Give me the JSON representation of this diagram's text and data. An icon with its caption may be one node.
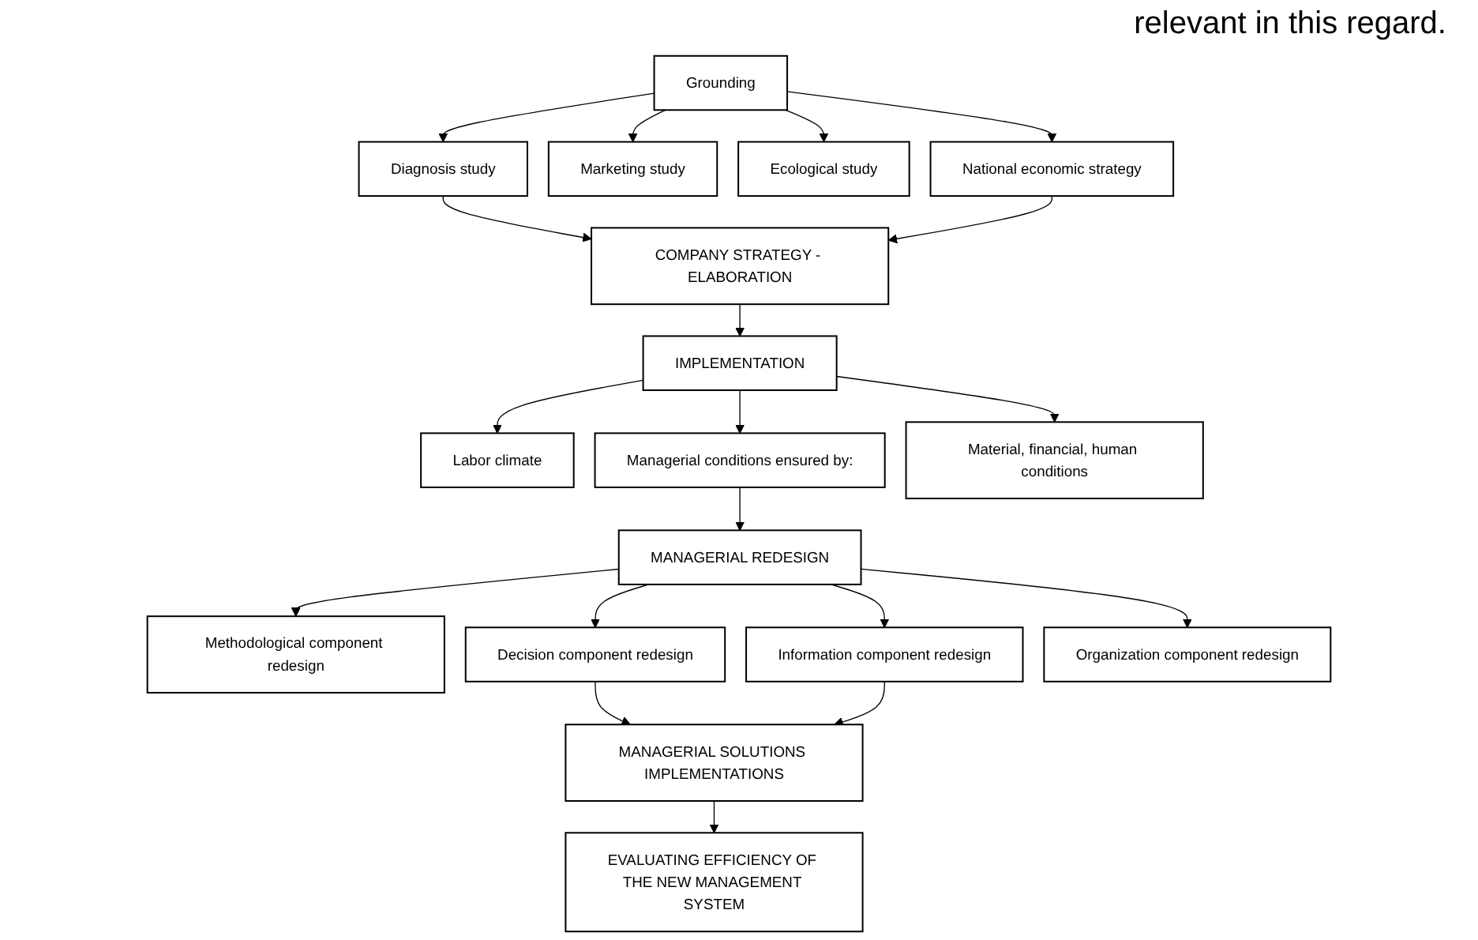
{
  "diagram": {
    "nodes": [
      {
        "text": [
          "Grounding"
        ]
      },
      {
        "text": [
          "Diagnosis study"
        ]
      },
      {
        "text": [
          "Marketing study"
        ]
      },
      {
        "text": [
          "Ecological study"
        ]
      },
      {
        "text": [
          "National economic strategy"
        ]
      },
      {
        "text": [
          "COMPANY STRATEGY - ELABORATION"
        ]
      },
      {
        "text": [
          "IMPLEMENTATION"
        ]
      },
      {
        "text": [
          "Labor climate"
        ]
      },
      {
        "text": [
          "Managerial conditions ensured by:"
        ]
      },
      {
        "text": [
          "Material, financial, human conditions"
        ]
      },
      {
        "text": [
          "MANAGERIAL REDESIGN"
        ]
      },
      {
        "text": [
          "Methodological component redesign"
        ]
      },
      {
        "text": [
          "Decision component redesign"
        ]
      },
      {
        "text": [
          "Information component redesign"
        ]
      },
      {
        "text": [
          "Organization component redesign"
        ]
      },
      {
        "text": [
          "MANAGERIAL SOLUTIONS IMPLEMENTATIONS"
        ]
      },
      {
        "text": [
          "EVALUATING EFFICIENCY OF THE NEW MANAGEMENT SYSTEM"
        ]
      }
    ],
    "edges": [
      {
        "from": 0,
        "to": 1,
        "arrow": "to"
      },
      {
        "from": 0,
        "to": 2,
        "arrow": "to"
      },
      {
        "from": 0,
        "to": 3,
        "arrow": "to"
      },
      {
        "from": 0,
        "to": 4,
        "arrow": "to"
      },
      {
        "from": 1,
        "to": 5,
        "arrow": "to"
      },
      {
        "from": 4,
        "to": 5,
        "arrow": "to"
      },
      {
        "from": 5,
        "to": 6,
        "arrow": "to"
      },
      {
        "from": 6,
        "to": 7,
        "arrow": "to"
      },
      {
        "from": 6,
        "to": 8,
        "arrow": "to"
      },
      {
        "from": 6,
        "to": 9,
        "arrow": "to"
      },
      {
        "from": 8,
        "to": 10,
        "arrow": "to"
      },
      {
        "from": 10,
        "to": 11,
        "arrow": "to"
      },
      {
        "from": 10,
        "to": 12,
        "arrow": "to"
      },
      {
        "from": 10,
        "to": 13,
        "arrow": "to"
      },
      {
        "from": 10,
        "to": 14,
        "arrow": "to"
      },
      {
        "from": 12,
        "to": 15,
        "arrow": "to"
      },
      {
        "from": 13,
        "to": 15,
        "arrow": "to"
      },
      {
        "from": 15,
        "to": 16,
        "arrow": "to"
      }
    ],
    "labels": [
      "relevant in this regard."
    ]
  }
}
